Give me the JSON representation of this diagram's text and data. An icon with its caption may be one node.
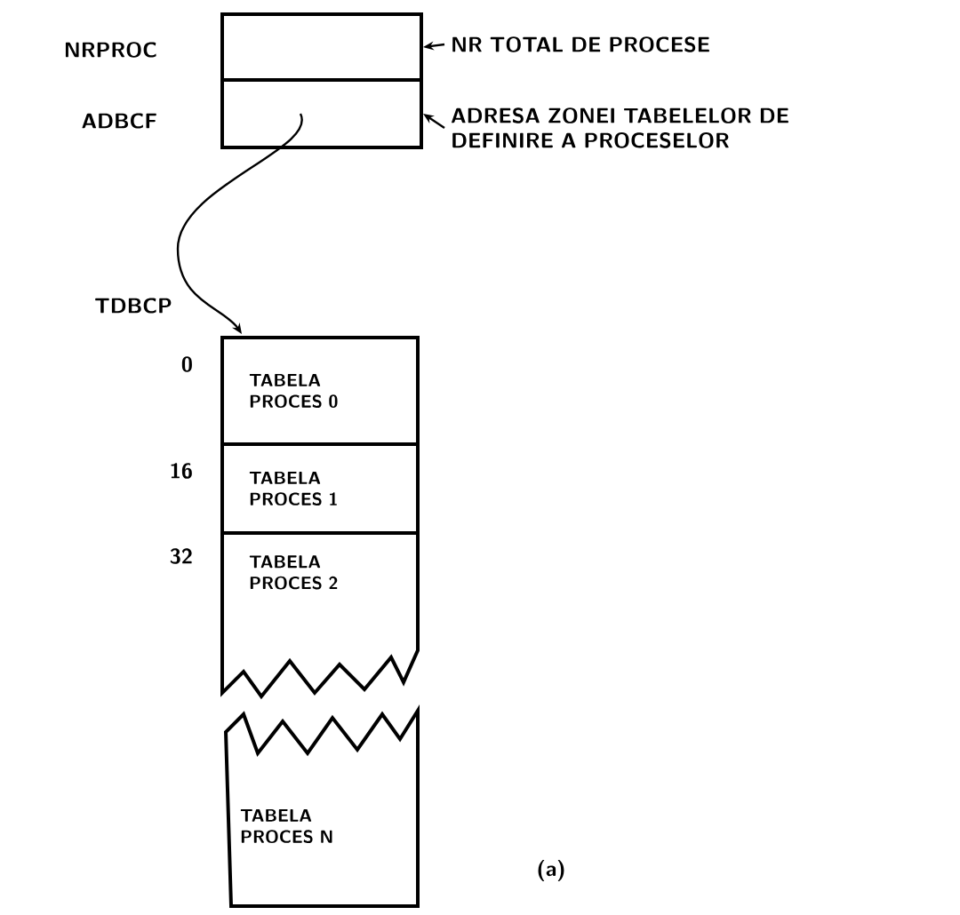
{
  "diagram": {
    "nodes": [
      {
        "text": [],
        "shape": "box",
        "beside": [
          "NRPROC"
        ]
      },
      {
        "text": [],
        "shape": "box",
        "beside": [
          "ADBCF"
        ]
      },
      {
        "text": [
          "NR TOTAL DE PROCESE"
        ]
      },
      {
        "text": [
          "ADRESA ZONEI TABELELOR DE DEFINIRE A PROCESELOR"
        ]
      },
      {
        "text": [
          "TABELA PROCES 0"
        ],
        "beside": [
          "0"
        ]
      },
      {
        "text": [
          "TABELA PROCES 1"
        ],
        "beside": [
          "16"
        ]
      },
      {
        "text": [
          "TABELA PROCES 2"
        ],
        "beside": [
          "32"
        ]
      },
      {
        "text": [
          "TABELA PROCES N"
        ]
      }
    ],
    "edges": [
      {
        "from": 2,
        "to": 0,
        "arrow": "to"
      },
      {
        "from": 3,
        "to": 1,
        "arrow": "to"
      },
      {
        "from": 1,
        "to": 4,
        "arrow": "to"
      }
    ],
    "labels": [
      "TDBCP",
      "(a)"
    ]
  }
}
